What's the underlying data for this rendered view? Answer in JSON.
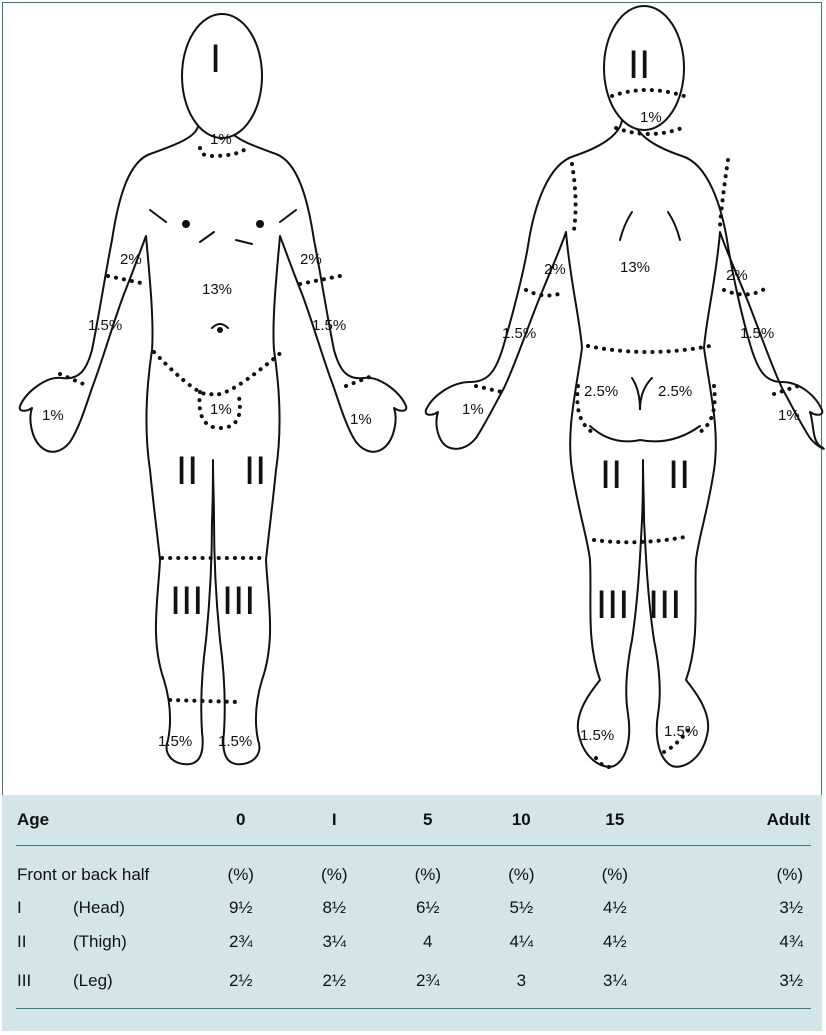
{
  "figure": {
    "front": {
      "region_roman": {
        "head": "I",
        "thigh_left": "II",
        "thigh_right": "II",
        "leg_left": "III",
        "leg_right": "III"
      },
      "percentages": {
        "neck": "1%",
        "trunk": "13%",
        "upper_arm_left": "2%",
        "upper_arm_right": "2%",
        "forearm_left": "1.5%",
        "forearm_right": "1.5%",
        "hand_left": "1%",
        "hand_right": "1%",
        "genitals": "1%",
        "foot_left": "1.5%",
        "foot_right": "1.5%"
      }
    },
    "back": {
      "region_roman": {
        "head": "II",
        "thigh_left": "II",
        "thigh_right": "II",
        "leg_left": "III",
        "leg_right": "III"
      },
      "percentages": {
        "neck": "1%",
        "trunk": "13%",
        "upper_arm_left": "2%",
        "upper_arm_right": "2%",
        "forearm_left": "1.5%",
        "forearm_right": "1.5%",
        "hand_left": "1%",
        "hand_right": "1%",
        "buttock_left": "2.5%",
        "buttock_right": "2.5%",
        "foot_left": "1.5%",
        "foot_right": "1.5%"
      }
    }
  },
  "table": {
    "header": {
      "label": "Age",
      "cols": [
        "0",
        "I",
        "5",
        "10",
        "15",
        "Adult"
      ]
    },
    "unit_row": {
      "label": "Front or back half",
      "cols": [
        "(%)",
        "(%)",
        "(%)",
        "(%)",
        "(%)",
        "(%)"
      ]
    },
    "rows": [
      {
        "region": "I",
        "name": "(Head)",
        "values": [
          "9½",
          "8½",
          "6½",
          "5½",
          "4½",
          "3½"
        ]
      },
      {
        "region": "II",
        "name": "(Thigh)",
        "values": [
          "2¾",
          "3¼",
          "4",
          "4¼",
          "4½",
          "4¾"
        ]
      },
      {
        "region": "III",
        "name": "(Leg)",
        "values": [
          "2½",
          "2½",
          "2¾",
          "3",
          "3¼",
          "3½"
        ]
      }
    ]
  },
  "colors": {
    "table_background": "#d3e5e8",
    "rule": "#3a7a84",
    "ink": "#111111"
  }
}
